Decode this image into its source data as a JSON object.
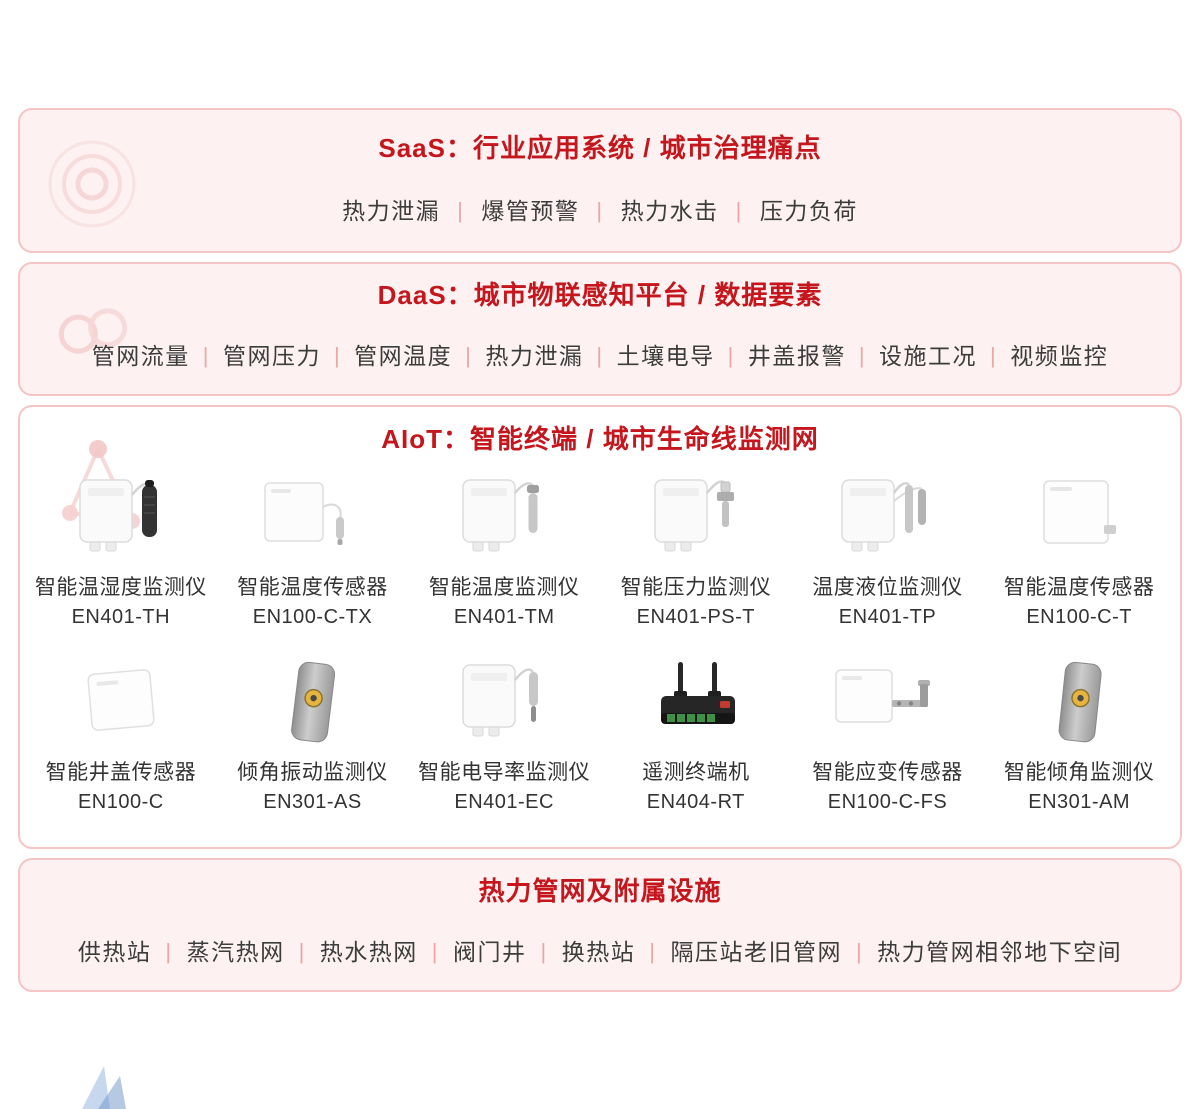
{
  "ui": {
    "separator": "|"
  },
  "colors": {
    "accent_red": "#c5161d",
    "panel_border": "#f5c4c4",
    "panel_bg": "#fdf1f1",
    "text_dark": "#3c3c3c",
    "separator_pink": "#eaa7a7"
  },
  "panels": {
    "saas": {
      "title": "SaaS：行业应用系统 / 城市治理痛点",
      "items": [
        "热力泄漏",
        "爆管预警",
        "热力水击",
        "压力负荷"
      ]
    },
    "daas": {
      "title": "DaaS：城市物联感知平台 / 数据要素",
      "items": [
        "管网流量",
        "管网压力",
        "管网温度",
        "热力泄漏",
        "土壤电导",
        "井盖报警",
        "设施工况",
        "视频监控"
      ]
    },
    "aiot": {
      "title": "AIoT：智能终端 / 城市生命线监测网",
      "devices": [
        {
          "name": "智能温湿度监测仪",
          "model": "EN401-TH",
          "icon": "temperature-humidity-monitor-icon"
        },
        {
          "name": "智能温度传感器",
          "model": "EN100-C-TX",
          "icon": "temperature-sensor-cable-icon"
        },
        {
          "name": "智能温度监测仪",
          "model": "EN401-TM",
          "icon": "temperature-monitor-icon"
        },
        {
          "name": "智能压力监测仪",
          "model": "EN401-PS-T",
          "icon": "pressure-monitor-icon"
        },
        {
          "name": "温度液位监测仪",
          "model": "EN401-TP",
          "icon": "temperature-level-monitor-icon"
        },
        {
          "name": "智能温度传感器",
          "model": "EN100-C-T",
          "icon": "temperature-sensor-box-icon"
        },
        {
          "name": "智能井盖传感器",
          "model": "EN100-C",
          "icon": "manhole-cover-sensor-icon"
        },
        {
          "name": "倾角振动监测仪",
          "model": "EN301-AS",
          "icon": "tilt-vibration-monitor-icon"
        },
        {
          "name": "智能电导率监测仪",
          "model": "EN401-EC",
          "icon": "conductivity-monitor-icon"
        },
        {
          "name": "遥测终端机",
          "model": "EN404-RT",
          "icon": "telemetry-terminal-icon"
        },
        {
          "name": "智能应变传感器",
          "model": "EN100-C-FS",
          "icon": "strain-sensor-icon"
        },
        {
          "name": "智能倾角监测仪",
          "model": "EN301-AM",
          "icon": "tilt-monitor-icon"
        }
      ]
    },
    "infra": {
      "title": "热力管网及附属设施",
      "items": [
        "供热站",
        "蒸汽热网",
        "热水热网",
        "阀门井",
        "换热站",
        "隔压站老旧管网",
        "热力管网相邻地下空间"
      ]
    }
  }
}
